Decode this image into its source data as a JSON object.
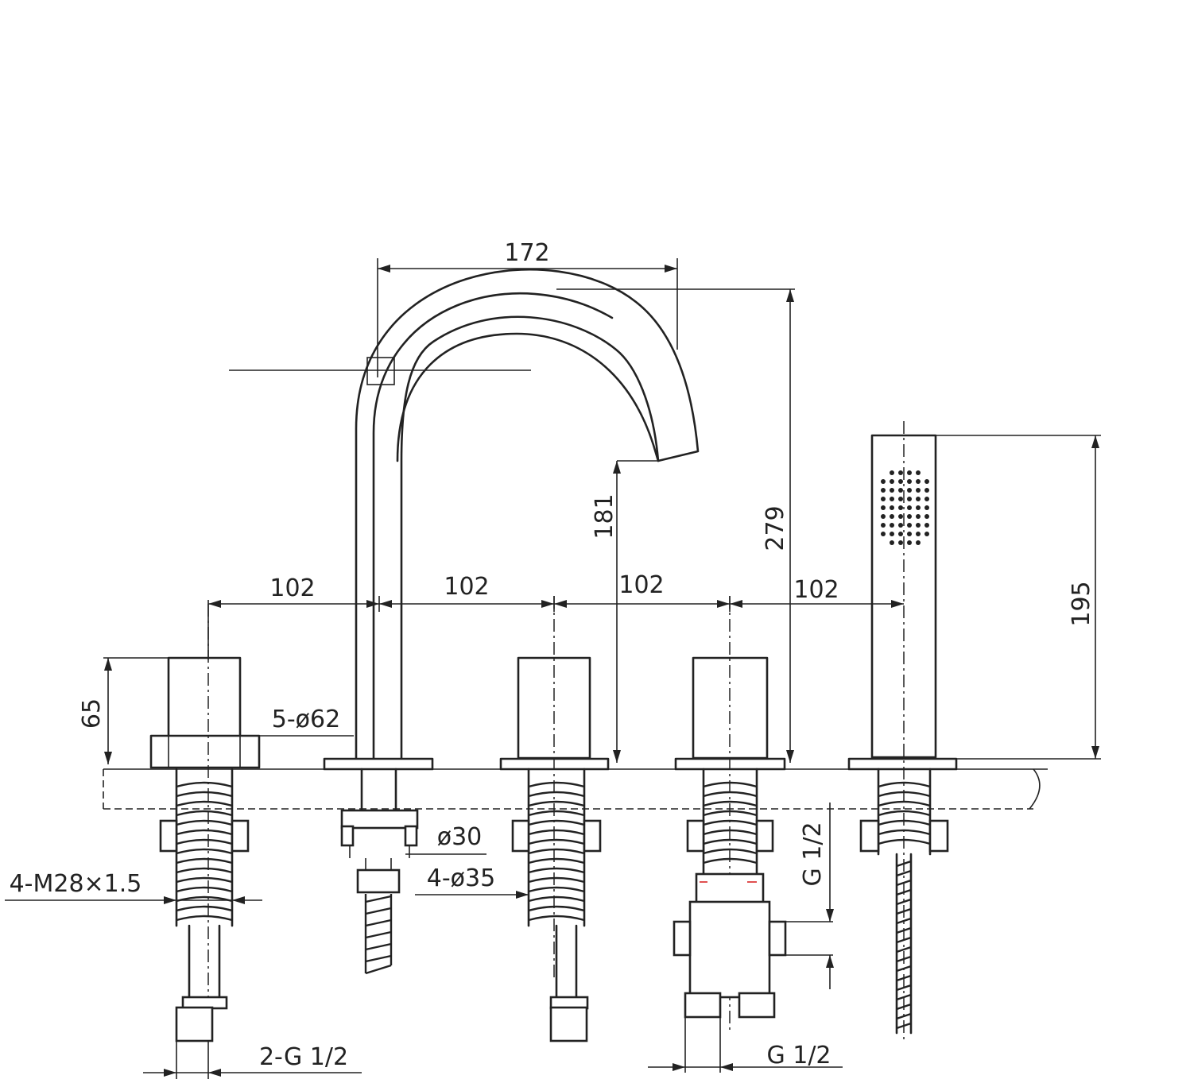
{
  "drawing": {
    "colors": {
      "line": "#222222",
      "background": "#ffffff",
      "accent_mark": "#e05050"
    },
    "dimensions": {
      "spout_reach": "172",
      "spout_total_height": "279",
      "spout_outlet_height": "181",
      "handshower_height": "195",
      "handle_height": "65",
      "spacing_1": "102",
      "spacing_2": "102",
      "spacing_3": "102",
      "spacing_4": "102",
      "base_diameter": "5-ø62",
      "inlet_diameter": "ø30",
      "hole_diameter": "4-ø35",
      "mount_thread": "4-M28×1.5",
      "inlet_thread_left": "2-G 1/2",
      "diverter_thread": "G 1/2",
      "diverter_outlet_thread": "G 1/2"
    }
  }
}
